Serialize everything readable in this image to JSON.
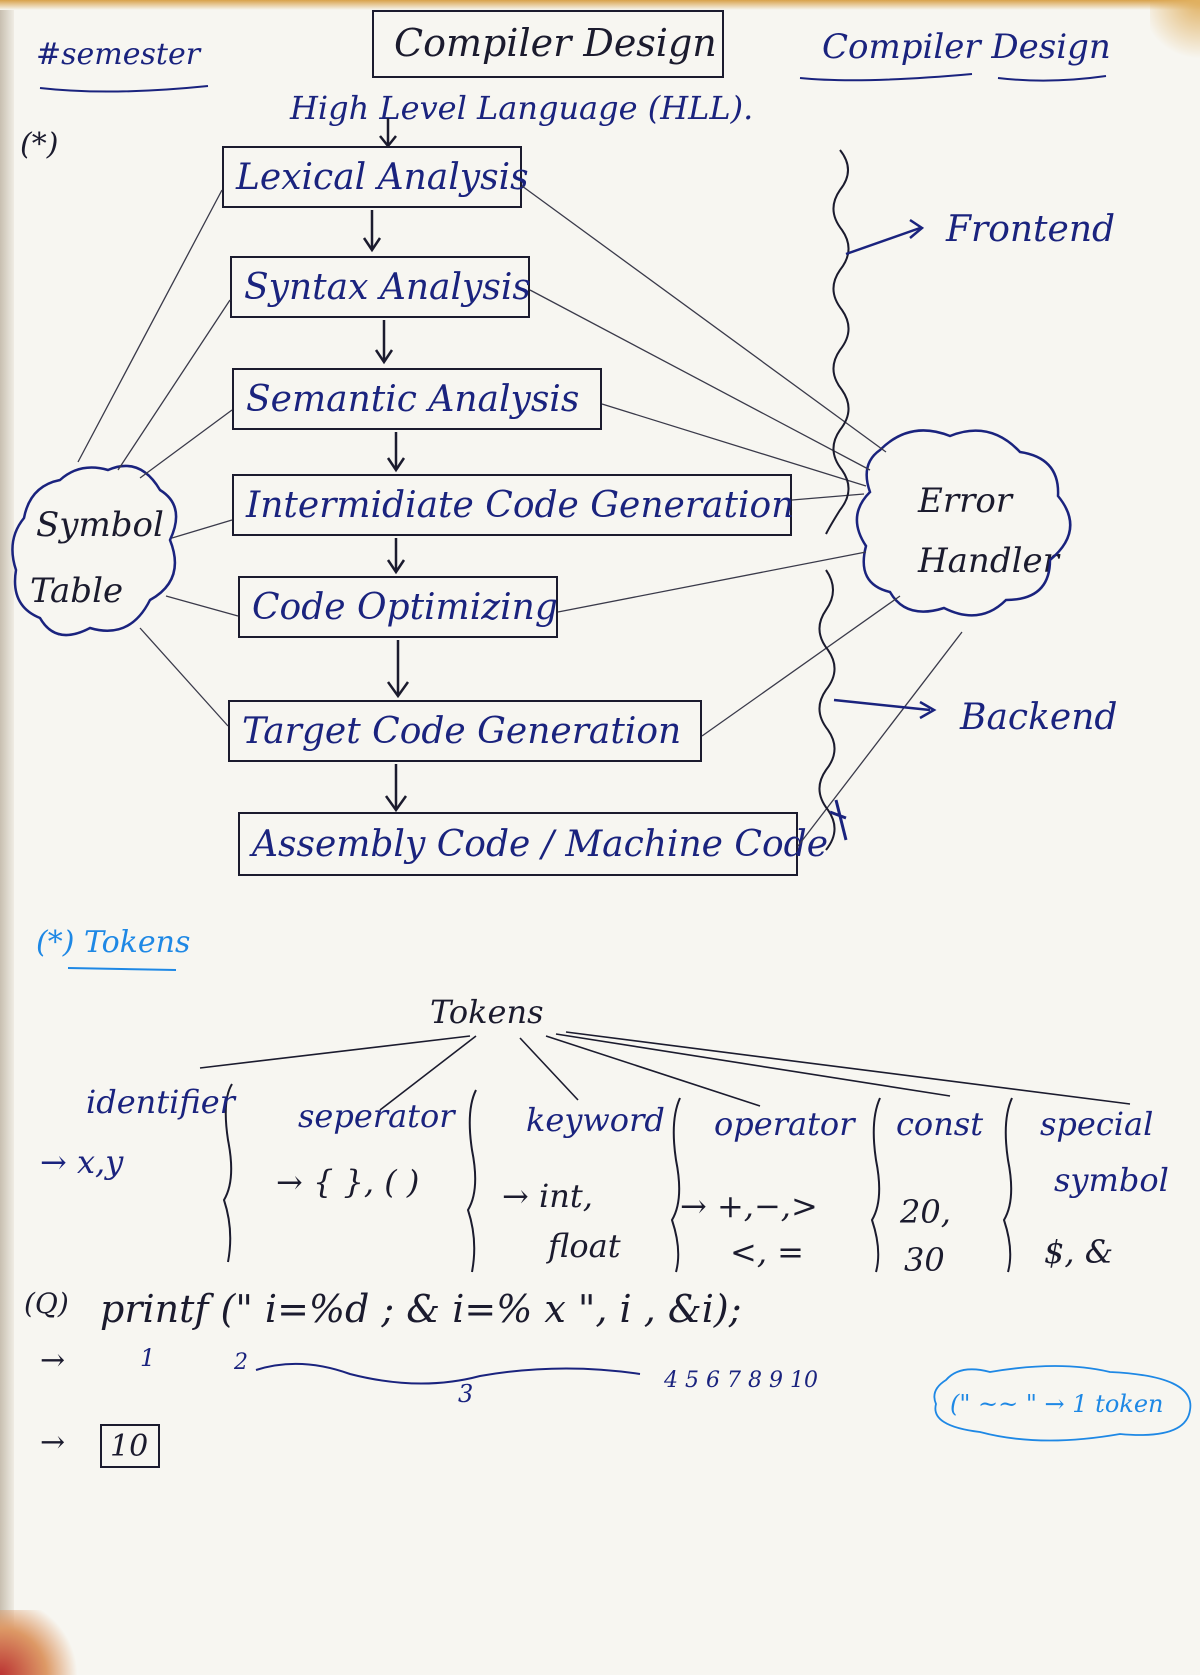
{
  "header": {
    "hashtag": "#semester",
    "title_boxed": "Compiler Design",
    "title_right": "Compiler Design",
    "star": "(*)"
  },
  "pipeline": {
    "input": "High Level Language (HLL).",
    "phases": [
      "Lexical Analysis",
      "Syntax Analysis",
      "Semantic Analysis",
      "Intermidiate Code Generation",
      "Code Optimizing",
      "Target Code Generation",
      "Assembly Code / Machine Code"
    ],
    "symbol_table": [
      "Symbol",
      "Table"
    ],
    "error_handler": [
      "Error",
      "Handler"
    ],
    "frontend": "Frontend",
    "backend": "Backend"
  },
  "tokens_section": {
    "heading": "(*) Tokens",
    "root": "Tokens",
    "categories": [
      {
        "name": "identifier",
        "examples": [
          "→ x,y"
        ]
      },
      {
        "name": "seperator",
        "examples": [
          "→ { }, ( )"
        ]
      },
      {
        "name": "keyword",
        "examples": [
          "→ int,",
          "float"
        ]
      },
      {
        "name": "operator",
        "examples": [
          "→ +,−,>",
          "<, ="
        ]
      },
      {
        "name": "const",
        "examples": [
          "20,",
          "30"
        ]
      },
      {
        "name": "special",
        "examples": [
          "symbol",
          "$, &"
        ]
      }
    ]
  },
  "example": {
    "label": "(Q)",
    "statement": "printf (\" i=%d ; & i=% x \", i , &i);",
    "counts_printf": "1",
    "counts_string_start": "2",
    "counts_string": "3",
    "counts_rest": "4 5 6  7 8 9 10",
    "arrow": "→",
    "answer": "10",
    "note": "(\" ~~ \" → 1 token"
  },
  "colors": {
    "ink_blue": "#1a237e",
    "ink_black": "#1b1b2e",
    "ink_cyan": "#1e88e5",
    "paper": "#f7f6f1"
  }
}
